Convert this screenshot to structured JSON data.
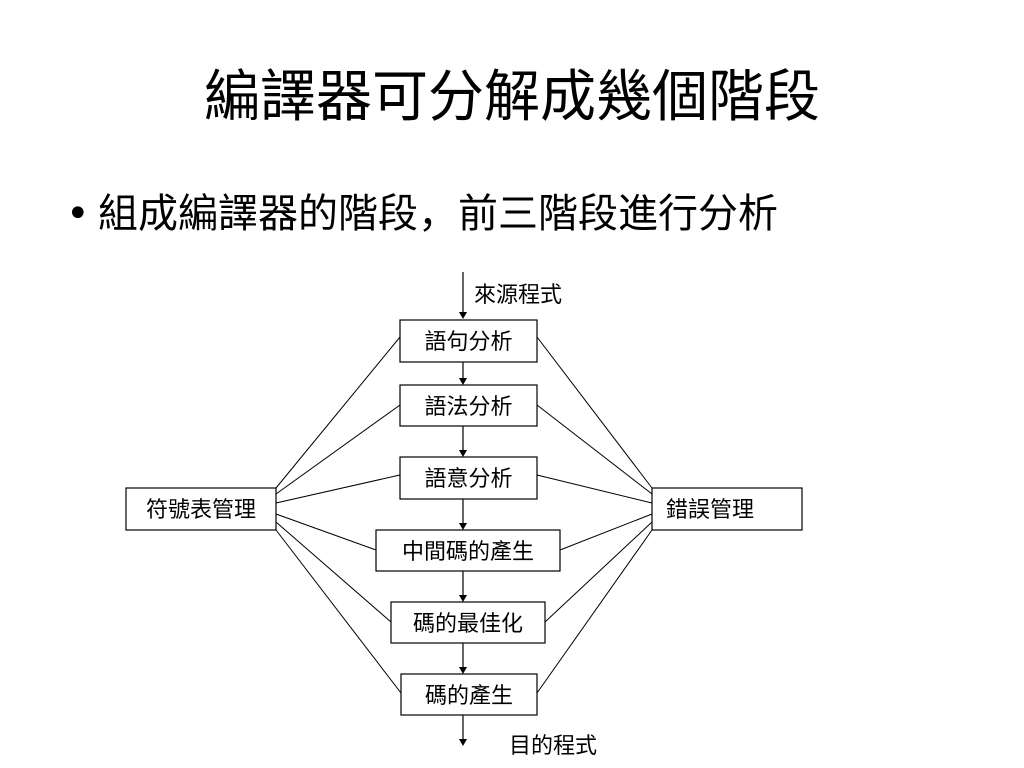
{
  "slide": {
    "title": "編譯器可分解成幾個階段",
    "bullet": {
      "symbol": "•",
      "text": "組成編譯器的階段，前三階段進行分析"
    }
  },
  "diagram": {
    "input_label": "來源程式",
    "output_label": "目的程式",
    "phases": [
      {
        "id": "lexical",
        "label": "語句分析"
      },
      {
        "id": "syntax",
        "label": "語法分析"
      },
      {
        "id": "semantic",
        "label": "語意分析"
      },
      {
        "id": "intermediate",
        "label": "中間碼的產生"
      },
      {
        "id": "optimize",
        "label": "碼的最佳化"
      },
      {
        "id": "codegen",
        "label": "碼的產生"
      }
    ],
    "left_node": {
      "label": "符號表管理"
    },
    "right_node": {
      "label": "錯誤管理"
    }
  }
}
